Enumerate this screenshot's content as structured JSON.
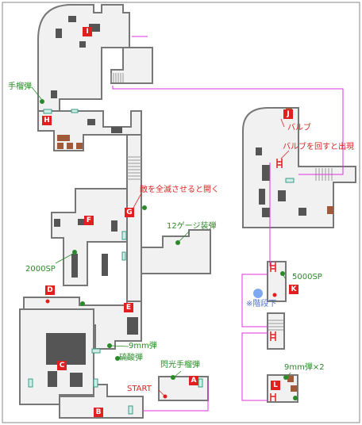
{
  "markers": {
    "A": "A",
    "B": "B",
    "C": "C",
    "D": "D",
    "E": "E",
    "F": "F",
    "G": "G",
    "H": "H",
    "I": "I",
    "J": "J",
    "K": "K",
    "L": "L"
  },
  "labels": {
    "hand_grenade": "手榴弾",
    "enemy_clear": "敵を全滅させると開く",
    "gauge_ammo": "12ゲージ装弾",
    "sp_2000": "2000SP",
    "sp_5000": "5000SP",
    "stairs_down": "※階段下",
    "ammo_9mm": "9mm弾",
    "sulfuric_acid": "硫酸弾",
    "flash_grenade": "閃光手榴弾",
    "start": "START",
    "valve": "バルブ",
    "valve_turn": "バルブを回すと出現",
    "ammo_9mm_x2": "9mm弾×2"
  },
  "colors": {
    "wall": "#777777",
    "floor": "#f1f1f1",
    "obstacle": "#555555",
    "crate": "#a05a3a",
    "marker": "#e02020",
    "item_green": "#2a8a2a",
    "link": "#dd33dd",
    "door": "#66c2b0"
  }
}
